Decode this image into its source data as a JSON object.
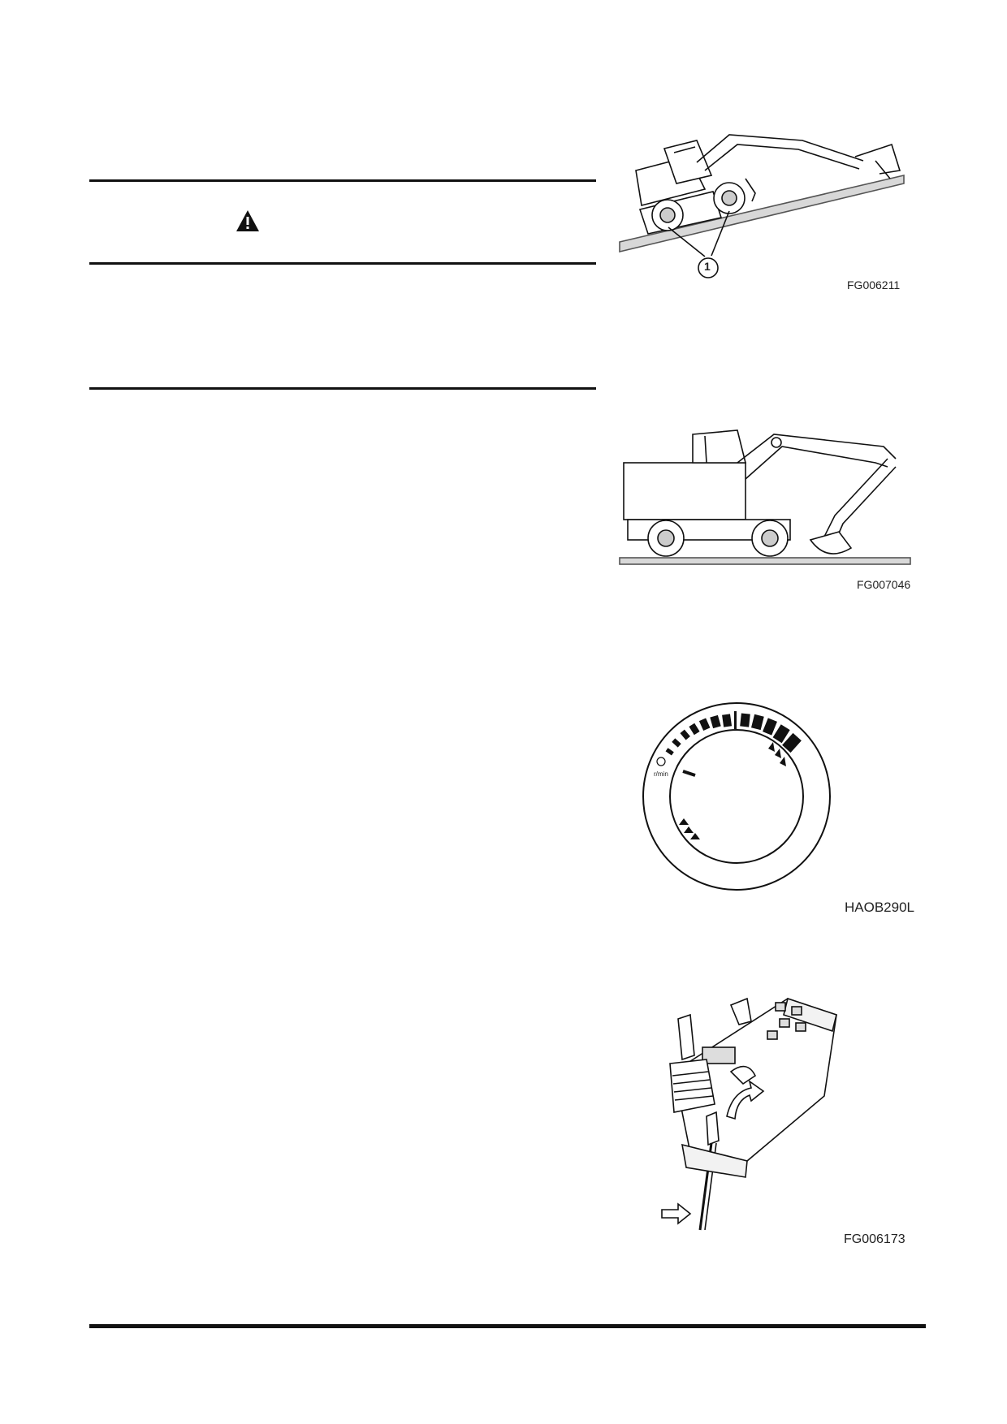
{
  "figures": {
    "fig1": {
      "caption": "FG006211",
      "callout": "1"
    },
    "fig2": {
      "caption": "FG007046"
    },
    "fig3": {
      "caption": "HAOB290L",
      "gauge_unit": "r/min"
    },
    "fig4": {
      "caption": "FG006173"
    }
  },
  "icons": {
    "warning": "warning-triangle-icon"
  }
}
